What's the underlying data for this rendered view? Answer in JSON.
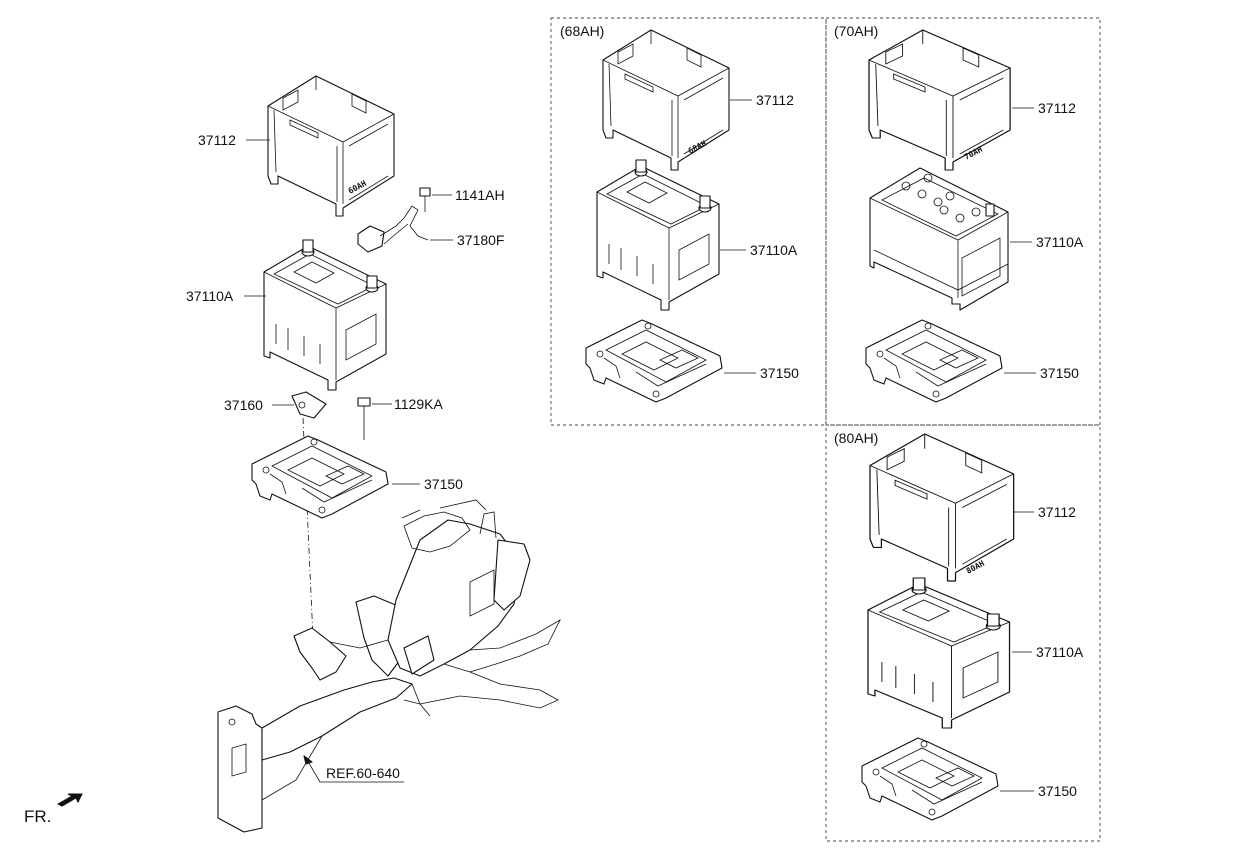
{
  "main_assembly": {
    "tray_label": "37112",
    "tray_stamp": "60AH",
    "bolt_label": "1141AH",
    "cable_label": "37180F",
    "battery_label": "37110A",
    "clamp_label": "37160",
    "clamp_bolt_label": "1129KA",
    "bracket_label": "37150",
    "ref_label": "REF.60-640",
    "front_label": "FR."
  },
  "variants": [
    {
      "capacity": "(68AH)",
      "tray_label": "37112",
      "tray_stamp": "68AH",
      "battery_label": "37110A",
      "bracket_label": "37150"
    },
    {
      "capacity": "(70AH)",
      "tray_label": "37112",
      "tray_stamp": "70AH",
      "battery_label": "37110A",
      "bracket_label": "37150"
    },
    {
      "capacity": "(80AH)",
      "tray_label": "37112",
      "tray_stamp": "80AH",
      "battery_label": "37110A",
      "bracket_label": "37150"
    }
  ]
}
